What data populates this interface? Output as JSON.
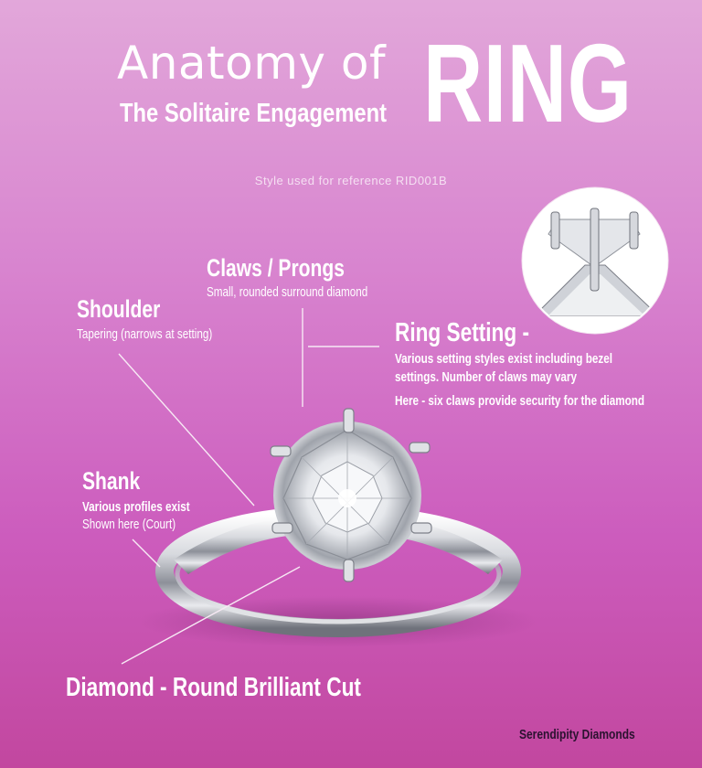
{
  "title": {
    "line1": "Anatomy of",
    "line2": "The Solitaire Engagement",
    "emphasis": "RING"
  },
  "reference_note": "Style used for reference RID001B",
  "labels": {
    "claws": {
      "heading": "Claws / Prongs",
      "lines": [
        "Small, rounded surround diamond"
      ]
    },
    "shoulder": {
      "heading": "Shoulder",
      "lines": [
        "Tapering (narrows at setting)"
      ]
    },
    "setting": {
      "heading": "Ring Setting -",
      "lines": [
        "Various setting styles exist including bezel",
        "settings. Number of claws may vary",
        "Here - six claws provide security for the diamond"
      ]
    },
    "shank": {
      "heading": "Shank",
      "lines": [
        "Various profiles exist",
        "Shown here (Court)"
      ]
    },
    "diamond": {
      "heading": "Diamond - Round Brilliant Cut"
    }
  },
  "credit": "Serendipity Diamonds",
  "colors": {
    "background_top": "#e2a7da",
    "background_bottom": "#c2479f",
    "text": "#ffffff",
    "credit_text": "#2b1230"
  }
}
